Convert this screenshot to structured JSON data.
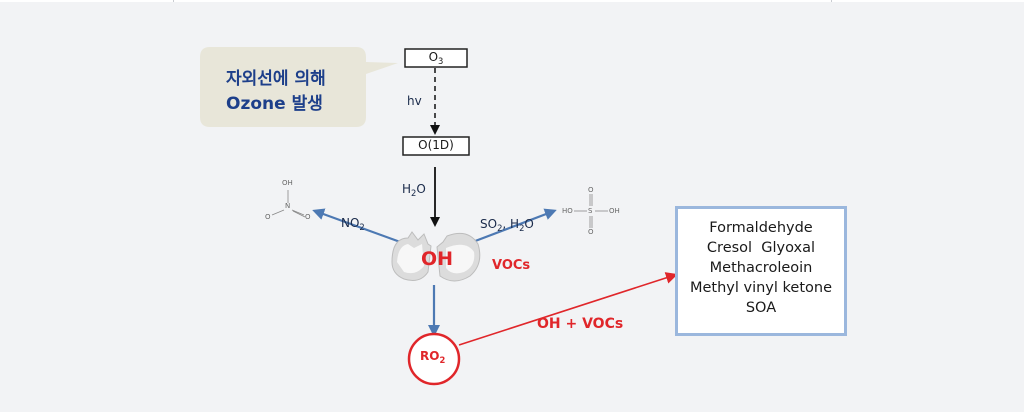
{
  "callout": {
    "line1": "자외선에 의해",
    "line2": "Ozone 발생"
  },
  "nodes": {
    "ozone": {
      "main": "O",
      "sub": "3"
    },
    "o1d": "O(1D)",
    "oh": "OH",
    "ro2": {
      "main": "RO",
      "sub": "2"
    }
  },
  "labels": {
    "hv": "hv",
    "h2o": {
      "a": "H",
      "sub": "2",
      "b": "O"
    },
    "no2": {
      "a": "NO",
      "sub": "2"
    },
    "so2h2o": {
      "a": "SO",
      "sub1": "2",
      "b": ", H",
      "sub2": "2",
      "c": "O"
    },
    "vocs": "VOCs",
    "oh_vocs": "OH + VOCs"
  },
  "molecules": {
    "nitric": {
      "oh": "OH",
      "n": "N",
      "o1": "O",
      "o2": "O"
    },
    "sulfuric": {
      "ho": "HO",
      "s": "S",
      "oh": "OH",
      "o1": "O",
      "o2": "O"
    }
  },
  "products": [
    "Formaldehyde",
    "Cresol  Glyoxal",
    "Methacroleoin",
    "Methyl vinyl ketone",
    "SOA"
  ],
  "colors": {
    "blue_arrow": "#4d79b3",
    "red": "#e0262a",
    "callout_bg": "#e8e6d9",
    "box_border": "#9bb7dd",
    "title": "#1d3f8a"
  }
}
